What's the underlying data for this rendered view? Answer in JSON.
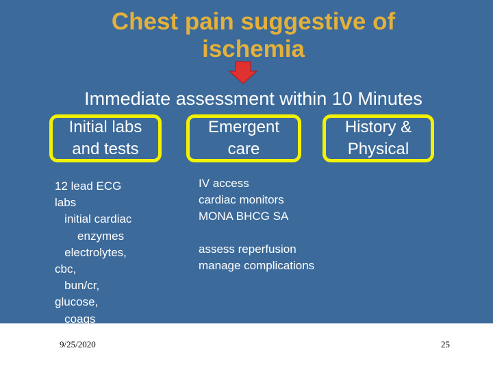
{
  "slide": {
    "title": "Chest pain suggestive of ischemia",
    "subtitle": "Immediate assessment within 10 Minutes",
    "boxes": [
      {
        "label": "Initial labs\nand tests"
      },
      {
        "label": "Emergent\ncare"
      },
      {
        "label": "History &\nPhysical"
      }
    ],
    "left_list": "12 lead ECG\nlabs\n   initial cardiac\n       enzymes\n   electrolytes,\ncbc,\n   bun/cr,\nglucose,\n   coags",
    "middle_list_1": "IV access\ncardiac monitors\nMONA BHCG SA",
    "middle_list_2": "assess reperfusion\nmanage complications"
  },
  "footer": {
    "date": "9/25/2020",
    "page_number": "25"
  },
  "colors": {
    "background": "#3C6A9A",
    "title": "#E3B13B",
    "box_border": "#F2F200",
    "arrow": "#E03030"
  },
  "icons": {
    "arrow": "down-arrow-icon"
  }
}
